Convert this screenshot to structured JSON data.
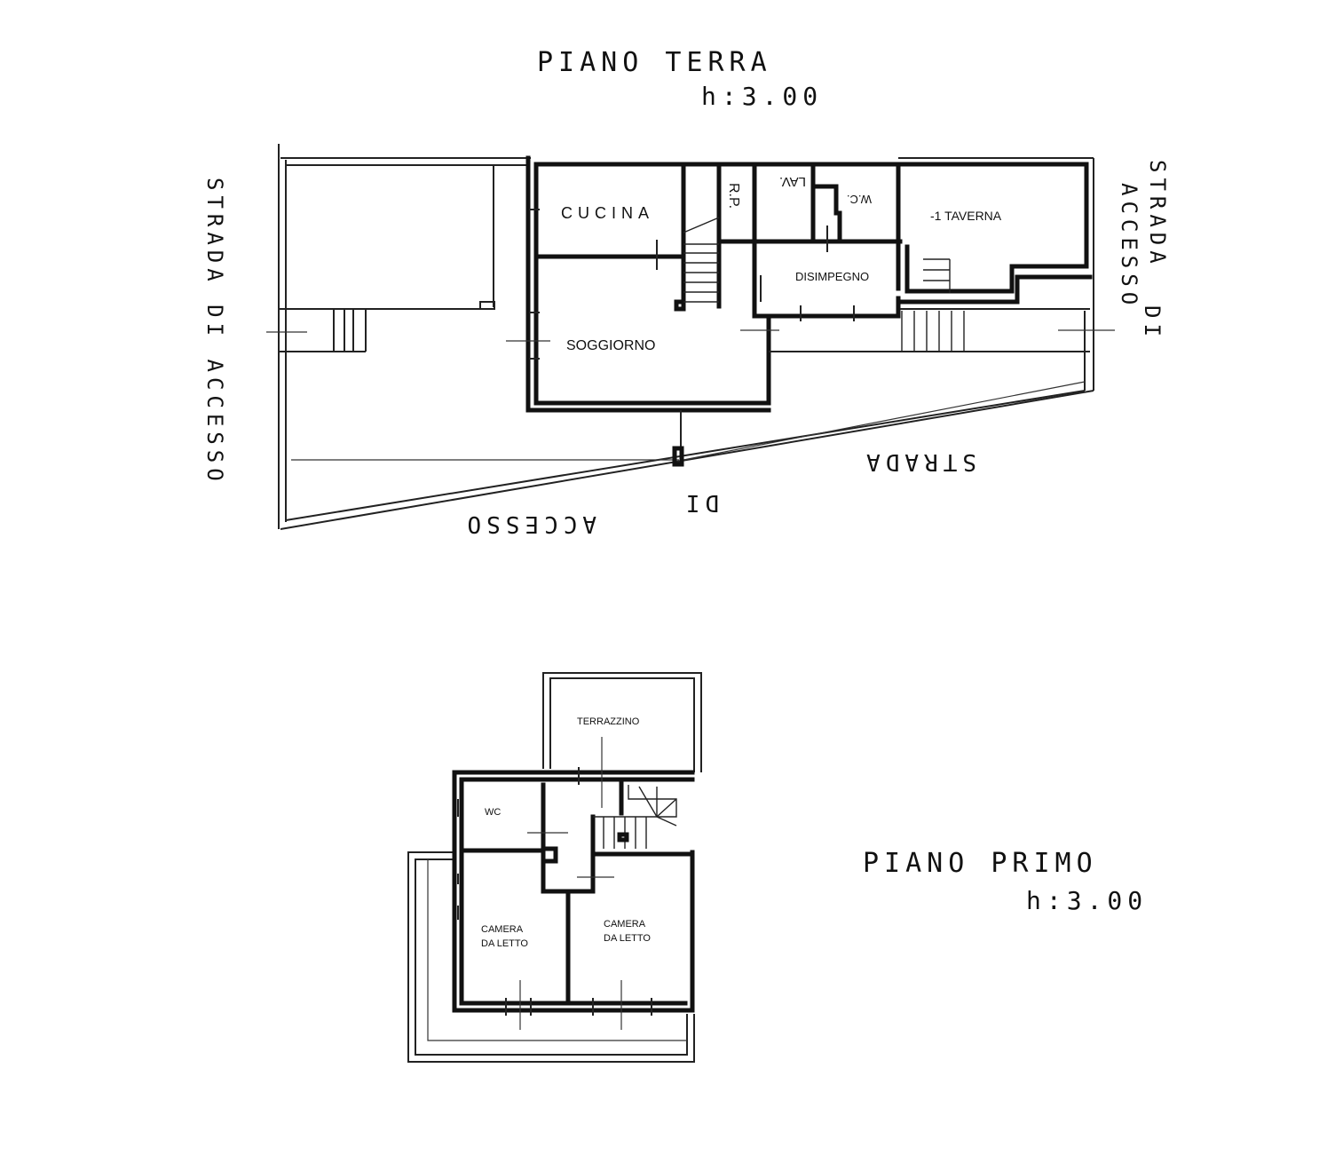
{
  "ground_floor": {
    "title": "PIANO TERRA",
    "height": "h:3.00",
    "rooms": {
      "kitchen": "CUCINA",
      "storage": "R.P.",
      "laundry": "LAV.",
      "wc": "W.C.",
      "tavern": "-1 TAVERNA",
      "hallway": "DISIMPEGNO",
      "living": "SOGGIORNO"
    },
    "road_left": "STRADA DI ACCESSO",
    "road_right_1": "STRADA",
    "road_right_2": "ACCESSO",
    "road_right_3": "DI",
    "road_bottom_1": "STRADA",
    "road_bottom_2": "DI",
    "road_bottom_3": "ACCESSO"
  },
  "first_floor": {
    "title": "PIANO PRIMO",
    "height": "h:3.00",
    "rooms": {
      "terrace": "TERRAZZINO",
      "wc": "WC",
      "bedroom_1_line_1": "CAMERA",
      "bedroom_1_line_2": "DA LETTO",
      "bedroom_2_line_1": "CAMERA",
      "bedroom_2_line_2": "DA LETTO"
    }
  }
}
